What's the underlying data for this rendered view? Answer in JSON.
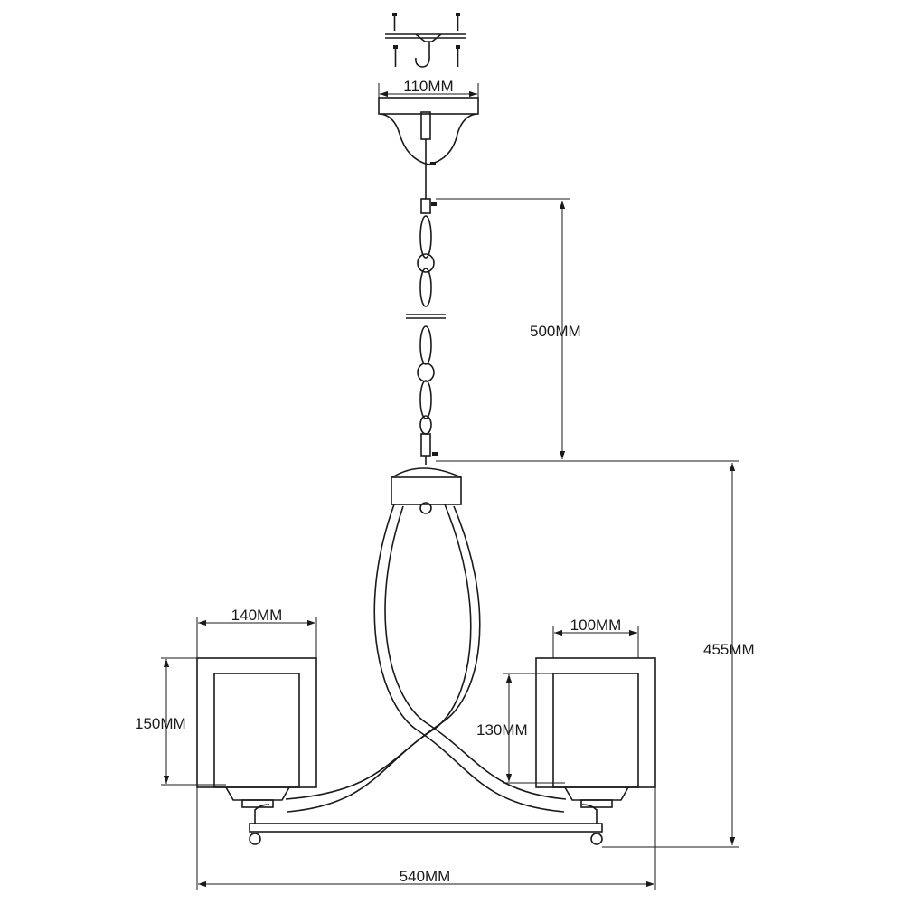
{
  "dimensions": {
    "canopy_width": "110MM",
    "chain_length": "500MM",
    "body_height": "455MM",
    "large_shade_width": "140MM",
    "large_shade_height": "150MM",
    "small_shade_width": "100MM",
    "small_shade_height": "130MM",
    "overall_width": "540MM"
  },
  "colors": {
    "line": "#1a1a1a",
    "background": "#ffffff"
  }
}
